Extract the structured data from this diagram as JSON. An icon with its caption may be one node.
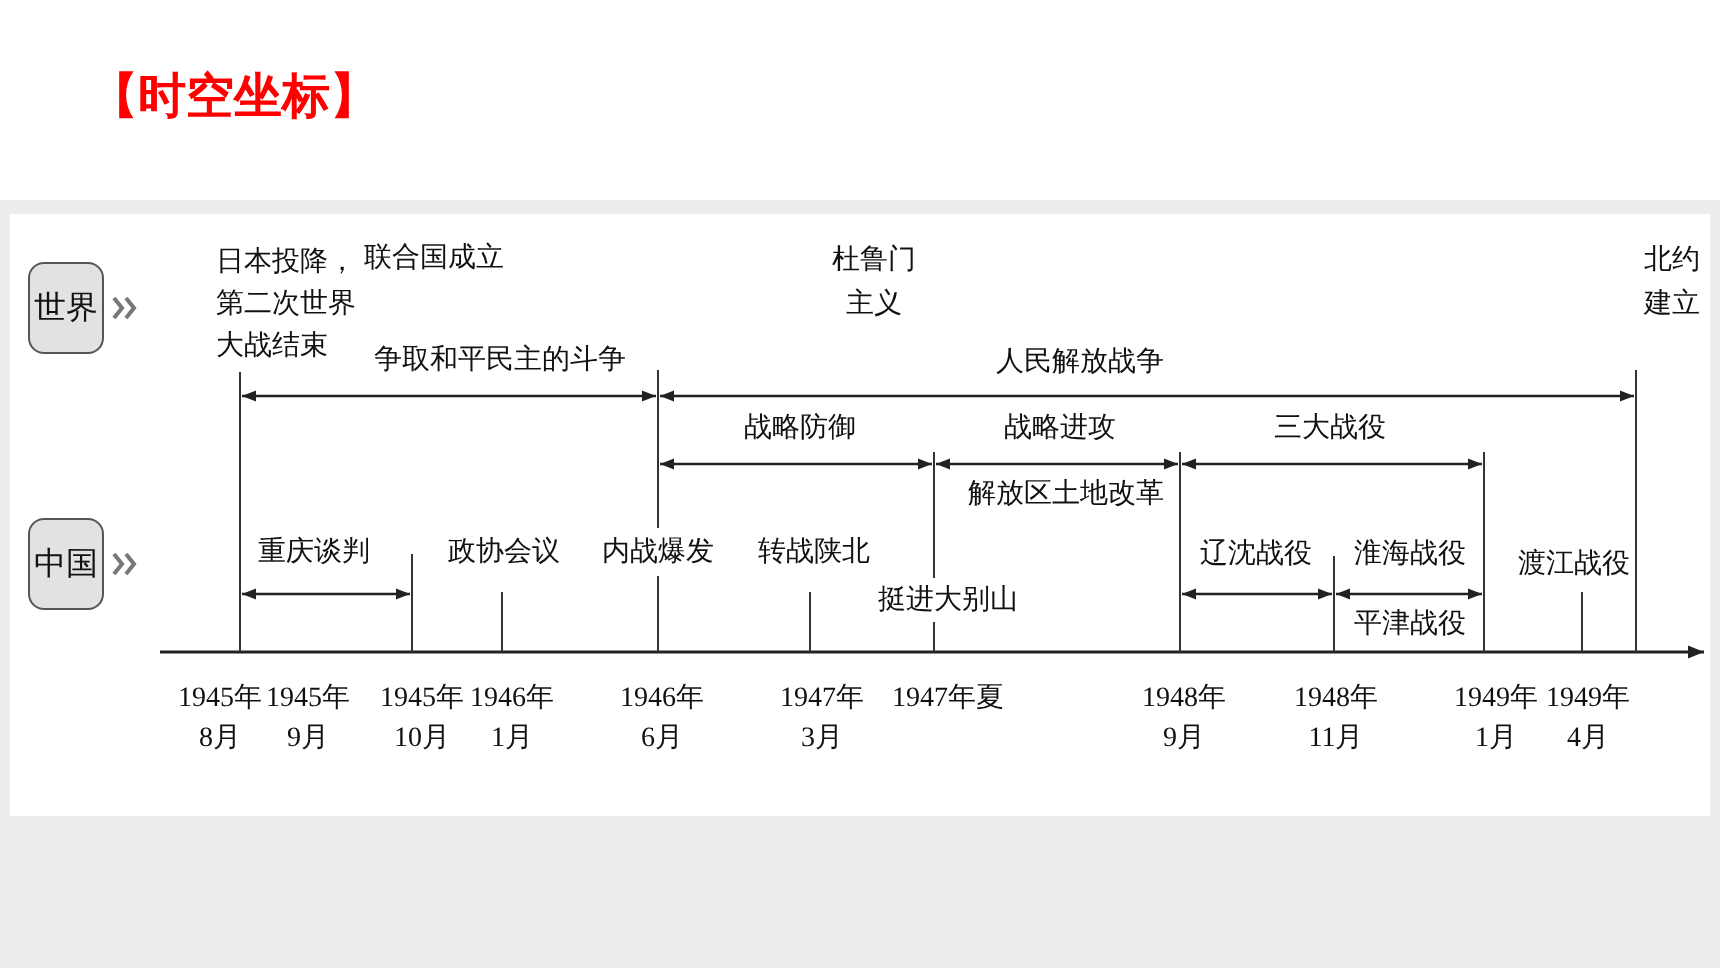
{
  "diagram": {
    "title": "【时空坐标】",
    "nodes": [
      {
        "text": [
          "世界"
        ]
      },
      {
        "text": [
          "中国"
        ]
      }
    ],
    "labels": [
      "日本投降，第二次世界大战结束",
      "联合国成立",
      "争取和平民主的斗争",
      "杜鲁门主义",
      "北约建立",
      "人民解放战争",
      "战略防御",
      "战略进攻",
      "三大战役",
      "解放区土地改革",
      "重庆谈判",
      "政协会议",
      "内战爆发",
      "转战陕北",
      "辽沈战役",
      "淮海战役",
      "渡江战役",
      "挺进大别山",
      "平津战役",
      "1945年8月",
      "1945年9月",
      "1945年10月",
      "1946年1月",
      "1946年6月",
      "1947年3月",
      "1947年夏",
      "1948年9月",
      "1948年11月",
      "1949年1月",
      "1949年4月"
    ]
  }
}
